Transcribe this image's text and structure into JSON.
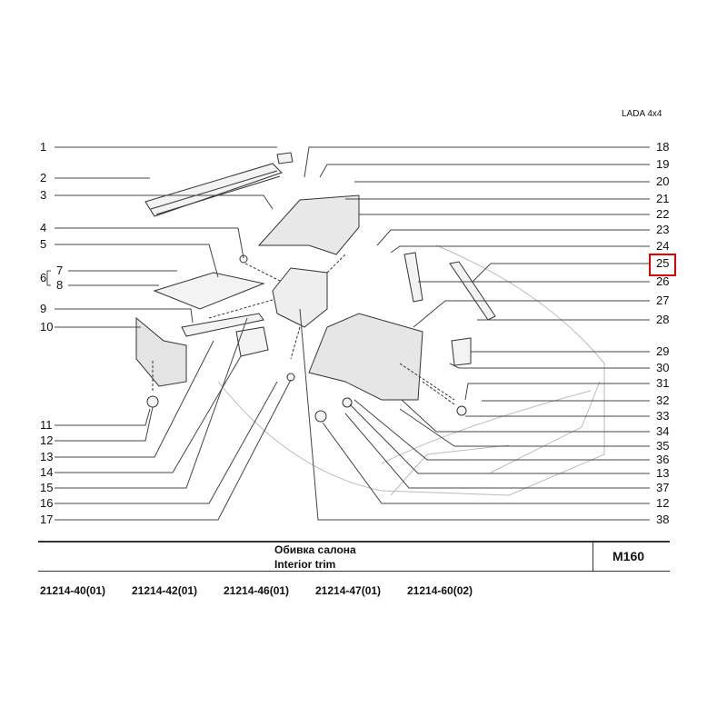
{
  "header": {
    "model": "LADA 4x4"
  },
  "callouts": {
    "left": [
      "1",
      "2",
      "3",
      "4",
      "5",
      "6",
      "7",
      "8",
      "9",
      "10",
      "11",
      "12",
      "13",
      "14",
      "15",
      "16",
      "17"
    ],
    "right": [
      "18",
      "19",
      "20",
      "21",
      "22",
      "23",
      "24",
      "25",
      "26",
      "27",
      "28",
      "29",
      "30",
      "31",
      "32",
      "33",
      "34",
      "35",
      "36",
      "13",
      "37",
      "12",
      "38"
    ],
    "highlighted": "25",
    "highlight_color": "#e00000"
  },
  "footer": {
    "title_ru": "Обивка салона",
    "title_en": "Interior trim",
    "code": "M160",
    "applicability": [
      "21214-40(01)",
      "21214-42(01)",
      "21214-46(01)",
      "21214-47(01)",
      "21214-60(02)"
    ]
  }
}
